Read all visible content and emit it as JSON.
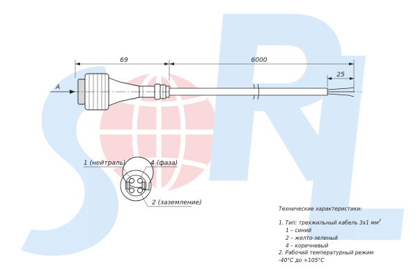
{
  "watermark": {
    "letters": "SORL",
    "blue": "#2f8fe8",
    "red": "#e8353c"
  },
  "dimensions": {
    "connector_length": "69",
    "cable_length": "6000",
    "strip_length": "25",
    "view_arrow": "A"
  },
  "pinout": {
    "pin1": "1 (нейтраль)",
    "pin4": "4 (фаза)",
    "pin2": "2 (заземление)"
  },
  "specs": {
    "title": "Технические характеристики:",
    "line1": "1. Тип: трехжильный кабель 3х1 мм",
    "line1_sup": "2",
    "wire1": "1 – синий",
    "wire2": "2 – желто-зеленый",
    "wire4": "4 – коричневый",
    "line2": "2. Рабочий температурный режим",
    "line3": "-40°C до +105°C"
  }
}
